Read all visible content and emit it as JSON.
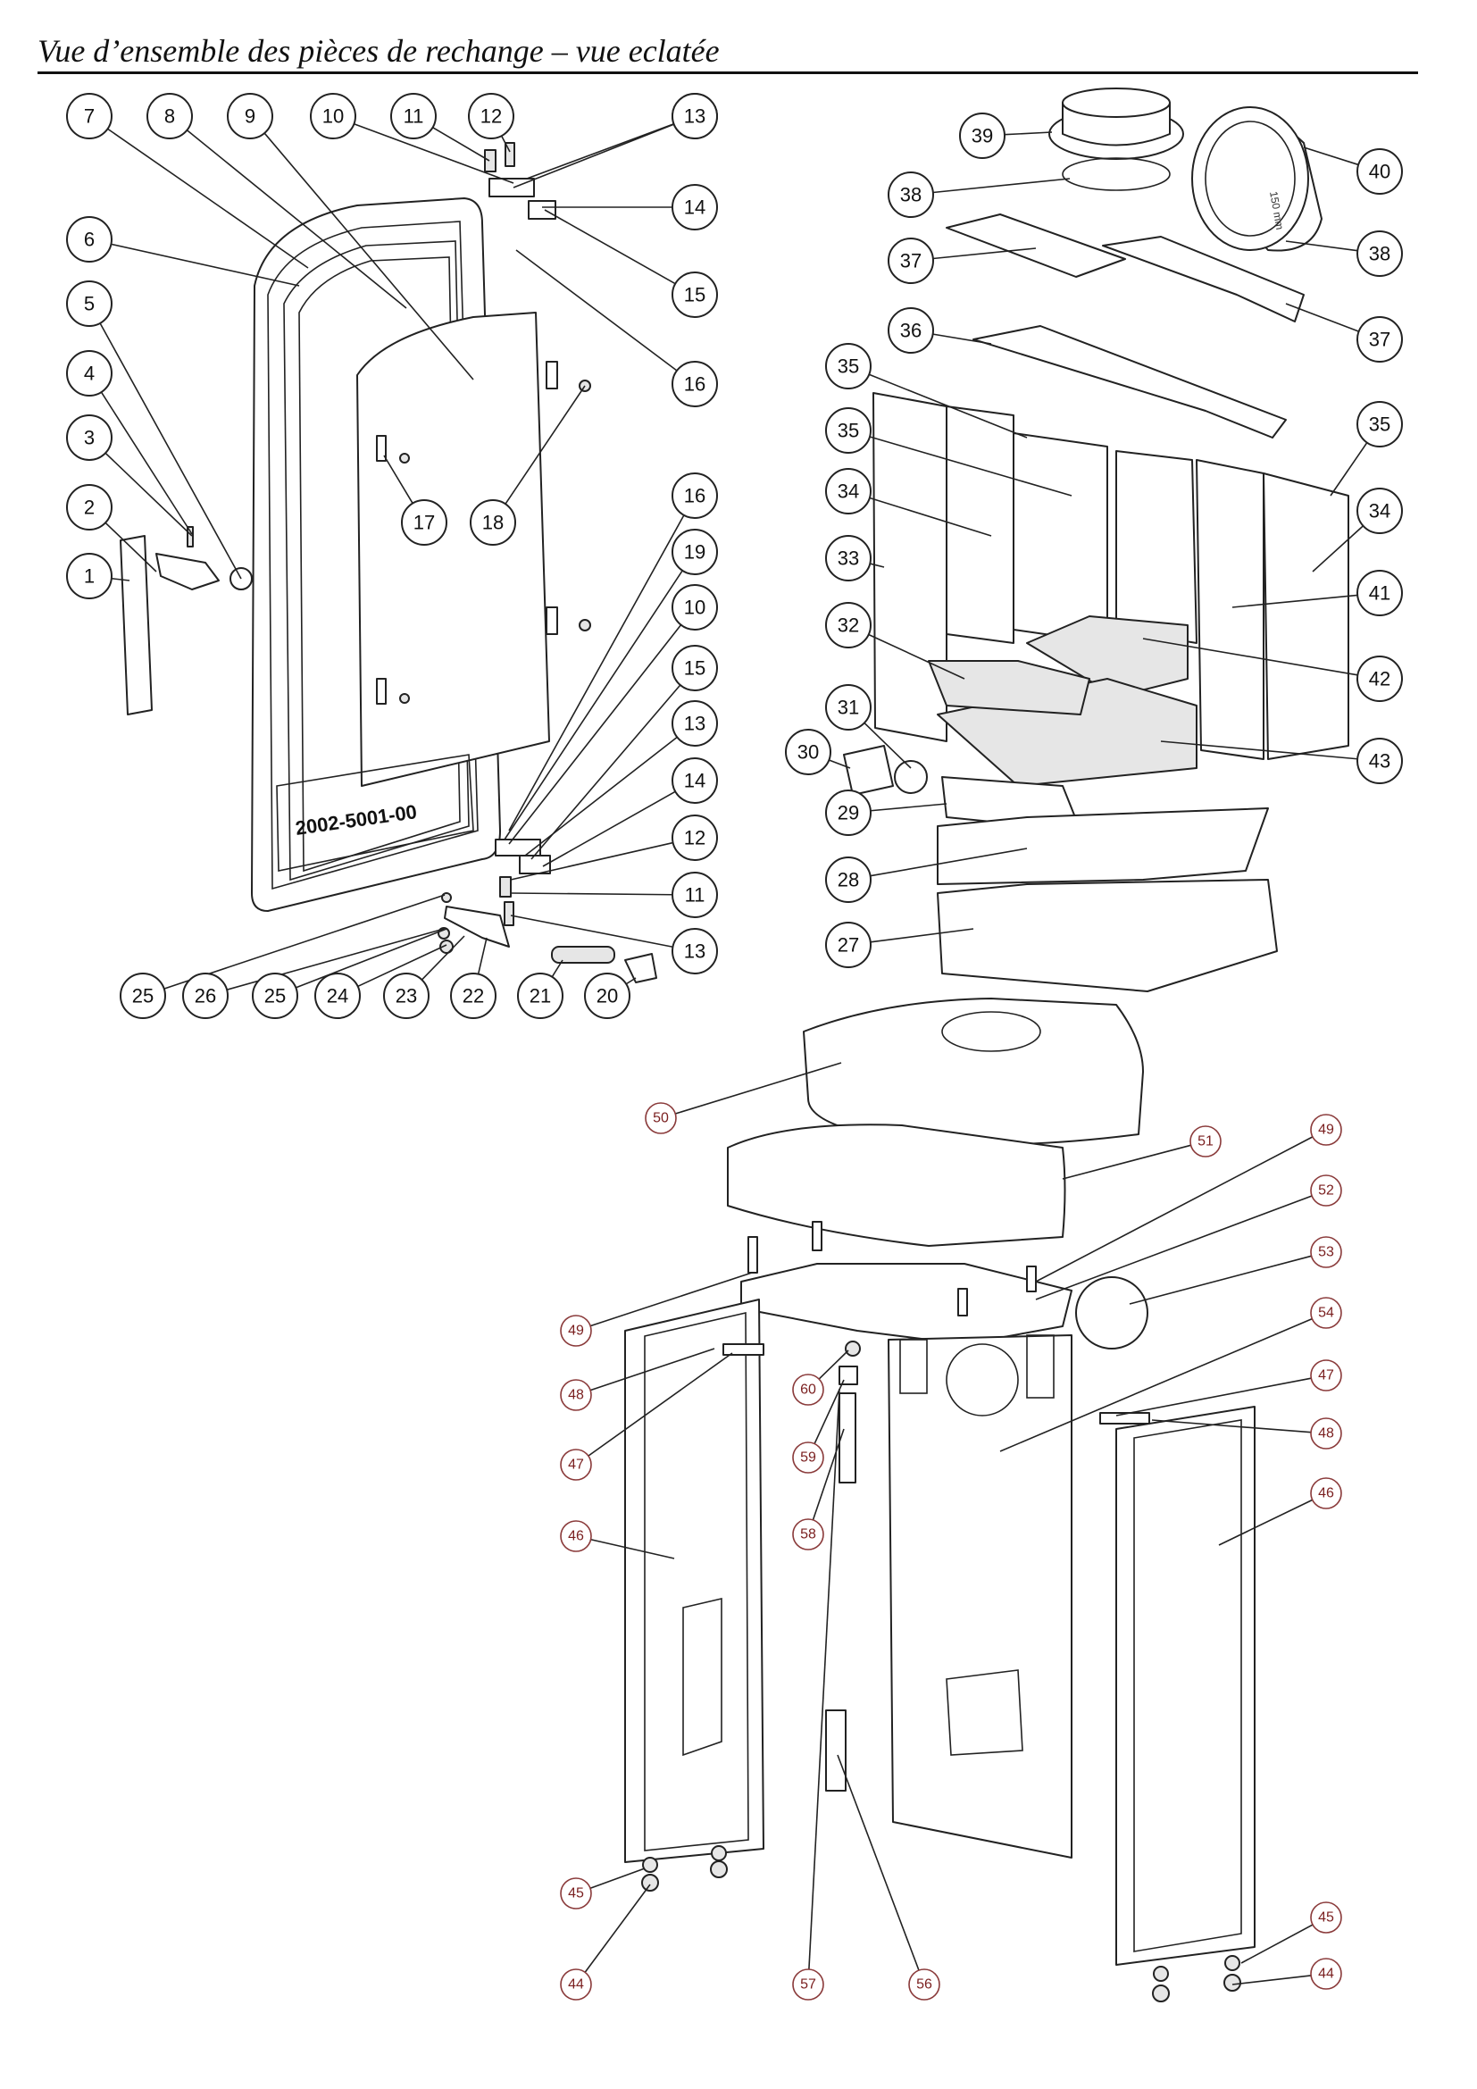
{
  "page": {
    "title": "Vue d’ensemble des pièces de rechange – vue eclatée"
  },
  "door_plate_text": "2002-5001-00",
  "flange_marking": "150 mm",
  "callouts_door": [
    "1",
    "2",
    "3",
    "4",
    "5",
    "6",
    "7",
    "8",
    "9",
    "10",
    "11",
    "12",
    "13",
    "13",
    "14",
    "15",
    "16",
    "16",
    "17",
    "18",
    "19",
    "10",
    "15",
    "13",
    "14",
    "12",
    "11",
    "13",
    "25",
    "26",
    "25",
    "24",
    "23",
    "22",
    "21",
    "20"
  ],
  "callouts_firebox": [
    "39",
    "40",
    "38",
    "38",
    "37",
    "37",
    "36",
    "35",
    "35",
    "35",
    "34",
    "34",
    "33",
    "41",
    "32",
    "42",
    "31",
    "30",
    "43",
    "29",
    "28",
    "27"
  ],
  "callouts_casing": [
    "50",
    "51",
    "49",
    "52",
    "53",
    "49",
    "54",
    "48",
    "47",
    "60",
    "47",
    "48",
    "59",
    "58",
    "46",
    "46",
    "45",
    "44",
    "57",
    "56",
    "45",
    "44"
  ]
}
